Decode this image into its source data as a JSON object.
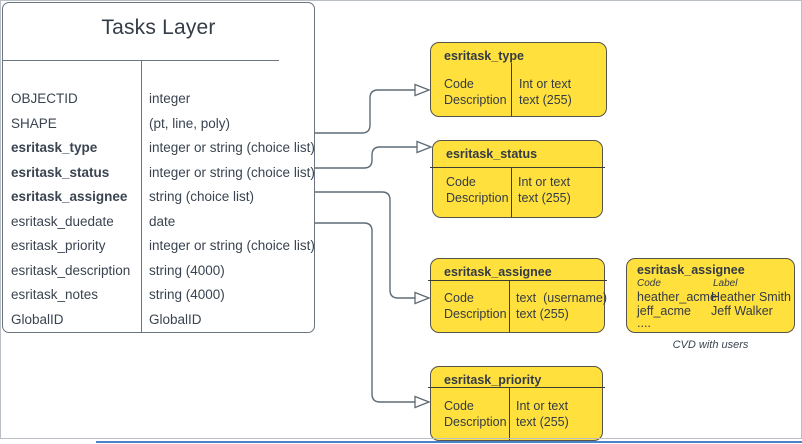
{
  "diagram": {
    "tasks_layer": {
      "title": "Tasks Layer",
      "fields": [
        {
          "name": "OBJECTID",
          "type": "integer"
        },
        {
          "name": "SHAPE",
          "type": "(pt, line, poly)"
        },
        {
          "name": "esritask_type",
          "type": "integer or string (choice list)"
        },
        {
          "name": "esritask_status",
          "type": "integer or string (choice list)"
        },
        {
          "name": "esritask_assignee",
          "type": "string (choice list)"
        },
        {
          "name": "esritask_duedate",
          "type": "date"
        },
        {
          "name": "esritask_priority",
          "type": "integer or string (choice list)"
        },
        {
          "name": "esritask_description",
          "type": "string (4000)"
        },
        {
          "name": "esritask_notes",
          "type": "string (4000)"
        },
        {
          "name": "GlobalID",
          "type": "GlobalID"
        }
      ]
    },
    "domains": [
      {
        "title": "esritask_type",
        "left1": "Code",
        "left2": "Description",
        "right1": "Int or text",
        "right2": "text (255)"
      },
      {
        "title": "esritask_status",
        "left1": "Code",
        "left2": "Description",
        "right1": "Int or text",
        "right2": "text (255)"
      },
      {
        "title": "esritask_assignee",
        "left1": "Code",
        "left2": "Description",
        "right1": "text  (username)",
        "right2": "text (255)"
      },
      {
        "title": "esritask_priority",
        "left1": "Code",
        "left2": "Description",
        "right1": "Int or text",
        "right2": "text (255)"
      }
    ],
    "cvd_example": {
      "title": "esritask_assignee",
      "col_headers": {
        "code": "Code",
        "label": "Label"
      },
      "rows": [
        {
          "code": "heather_acme",
          "label": "Heather Smith"
        },
        {
          "code": "jeff_acme",
          "label": "Jeff Walker"
        },
        {
          "code": "....",
          "label": ""
        }
      ],
      "caption": "CVD with users"
    },
    "colors": {
      "domain_fill": "#ffe03c",
      "domain_border": "#56534a",
      "table_border": "#6b7580",
      "connector": "#5f6b76",
      "text": "#3a4450"
    }
  }
}
